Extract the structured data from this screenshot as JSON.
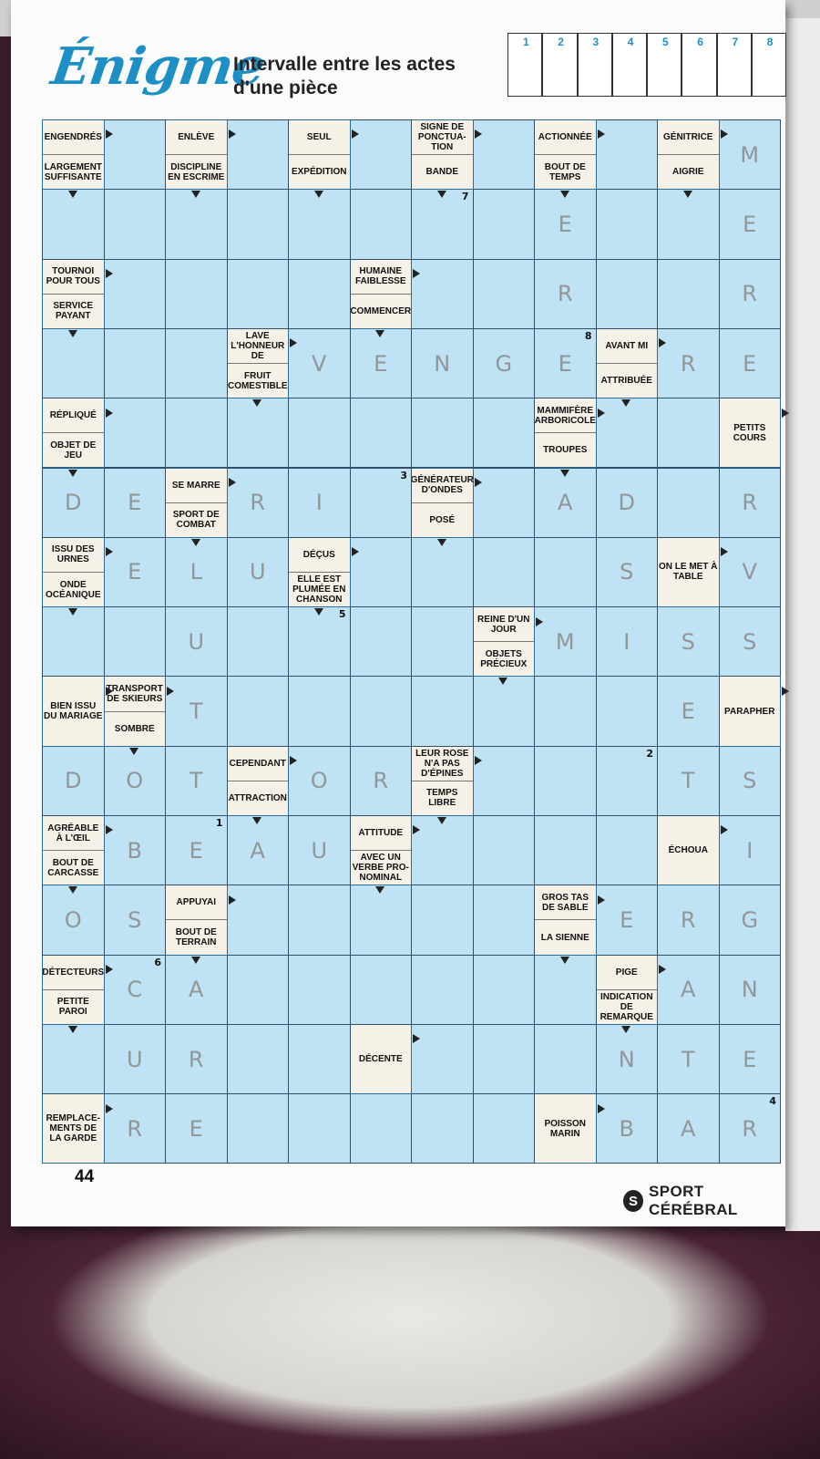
{
  "header": {
    "logo": "Énigme",
    "subtitle": "Intervalle entre les actes d'une pièce",
    "answer_slots": [
      "1",
      "2",
      "3",
      "4",
      "5",
      "6",
      "7",
      "8"
    ]
  },
  "footer": {
    "page_number": "44",
    "brand": "SPORT CÉRÉBRAL"
  },
  "colors": {
    "cell": "#bfe2f4",
    "clue_box": "#f6f1e6",
    "accent": "#1d8fc4"
  },
  "grid": {
    "cols": 12,
    "rows": 15,
    "clues": [
      {
        "r": 0,
        "c": 0,
        "t": [
          "ENGENDRÉS",
          "LARGEMENT SUFFISANTE"
        ]
      },
      {
        "r": 0,
        "c": 2,
        "t": [
          "ENLÈVE",
          "DISCIPLINE EN ESCRIME"
        ]
      },
      {
        "r": 0,
        "c": 4,
        "t": [
          "SEUL",
          "EXPÉDITION"
        ]
      },
      {
        "r": 0,
        "c": 6,
        "t": [
          "SIGNE DE PONCTUA-TION",
          "BANDE"
        ]
      },
      {
        "r": 0,
        "c": 8,
        "t": [
          "ACTIONNÉE",
          "BOUT DE TEMPS"
        ]
      },
      {
        "r": 0,
        "c": 10,
        "t": [
          "GÉNITRICE",
          "AIGRIE"
        ]
      },
      {
        "r": 2,
        "c": 0,
        "t": [
          "TOURNOI POUR TOUS",
          "SERVICE PAYANT"
        ]
      },
      {
        "r": 2,
        "c": 5,
        "t": [
          "HUMAINE FAIBLESSE",
          "COMMENCER"
        ]
      },
      {
        "r": 3,
        "c": 3,
        "t": [
          "LAVE L'HONNEUR DE",
          "FRUIT COMESTIBLE"
        ]
      },
      {
        "r": 3,
        "c": 9,
        "t": [
          "AVANT MI",
          "ATTRIBUÉE"
        ]
      },
      {
        "r": 4,
        "c": 0,
        "t": [
          "RÉPLIQUÉ",
          "OBJET DE JEU"
        ]
      },
      {
        "r": 4,
        "c": 8,
        "t": [
          "MAMMIFÈRE ARBORICOLE",
          "TROUPES"
        ]
      },
      {
        "r": 4,
        "c": 11,
        "t": [
          "PETITS COURS"
        ]
      },
      {
        "r": 5,
        "c": 2,
        "t": [
          "SE MARRE",
          "SPORT DE COMBAT"
        ]
      },
      {
        "r": 5,
        "c": 6,
        "t": [
          "GÉNÉRATEUR D'ONDES",
          "POSÉ"
        ]
      },
      {
        "r": 6,
        "c": 0,
        "t": [
          "ISSU DES URNES",
          "ONDE OCÉANIQUE"
        ]
      },
      {
        "r": 6,
        "c": 4,
        "t": [
          "DÉÇUS",
          "ELLE EST PLUMÉE EN CHANSON"
        ]
      },
      {
        "r": 6,
        "c": 10,
        "t": [
          "ON LE MET À TABLE"
        ]
      },
      {
        "r": 7,
        "c": 7,
        "t": [
          "REINE D'UN JOUR",
          "OBJETS PRÉCIEUX"
        ]
      },
      {
        "r": 8,
        "c": 0,
        "t": [
          "BIEN ISSU DU MARIAGE"
        ]
      },
      {
        "r": 8,
        "c": 1,
        "t": [
          "TRANSPORT DE SKIEURS",
          "SOMBRE"
        ]
      },
      {
        "r": 8,
        "c": 11,
        "t": [
          "PARAPHER"
        ]
      },
      {
        "r": 9,
        "c": 3,
        "t": [
          "CEPENDANT",
          "ATTRACTION"
        ]
      },
      {
        "r": 9,
        "c": 6,
        "t": [
          "LEUR ROSE N'A PAS D'ÉPINES",
          "TEMPS LIBRE"
        ]
      },
      {
        "r": 10,
        "c": 0,
        "t": [
          "AGRÉABLE À L'ŒIL",
          "BOUT DE CARCASSE"
        ]
      },
      {
        "r": 10,
        "c": 5,
        "t": [
          "ATTITUDE",
          "AVEC UN VERBE PRO-NOMINAL"
        ]
      },
      {
        "r": 10,
        "c": 10,
        "t": [
          "ÉCHOUA"
        ]
      },
      {
        "r": 11,
        "c": 2,
        "t": [
          "APPUYAI",
          "BOUT DE TERRAIN"
        ]
      },
      {
        "r": 11,
        "c": 8,
        "t": [
          "GROS TAS DE SABLE",
          "LA SIENNE"
        ]
      },
      {
        "r": 12,
        "c": 0,
        "t": [
          "DÉTECTEURS",
          "PETITE PAROI"
        ]
      },
      {
        "r": 12,
        "c": 9,
        "t": [
          "PIGE",
          "INDICATION DE REMARQUE"
        ]
      },
      {
        "r": 13,
        "c": 5,
        "t": [
          "DÉCENTE"
        ]
      },
      {
        "r": 14,
        "c": 0,
        "t": [
          "REMPLACE-MENTS DE LA GARDE"
        ]
      },
      {
        "r": 14,
        "c": 8,
        "t": [
          "POISSON MARIN"
        ]
      }
    ],
    "letters": [
      {
        "r": 0,
        "c": 11,
        "l": "M"
      },
      {
        "r": 1,
        "c": 8,
        "l": "E"
      },
      {
        "r": 1,
        "c": 11,
        "l": "E"
      },
      {
        "r": 2,
        "c": 8,
        "l": "R"
      },
      {
        "r": 2,
        "c": 11,
        "l": "R"
      },
      {
        "r": 3,
        "c": 4,
        "l": "V"
      },
      {
        "r": 3,
        "c": 5,
        "l": "E"
      },
      {
        "r": 3,
        "c": 6,
        "l": "N"
      },
      {
        "r": 3,
        "c": 7,
        "l": "G"
      },
      {
        "r": 3,
        "c": 8,
        "l": "E"
      },
      {
        "r": 3,
        "c": 10,
        "l": "R"
      },
      {
        "r": 3,
        "c": 11,
        "l": "E"
      },
      {
        "r": 5,
        "c": 0,
        "l": "D"
      },
      {
        "r": 5,
        "c": 1,
        "l": "E"
      },
      {
        "r": 5,
        "c": 3,
        "l": "R"
      },
      {
        "r": 5,
        "c": 4,
        "l": "I"
      },
      {
        "r": 5,
        "c": 8,
        "l": "A"
      },
      {
        "r": 5,
        "c": 9,
        "l": "D"
      },
      {
        "r": 5,
        "c": 11,
        "l": "R"
      },
      {
        "r": 6,
        "c": 1,
        "l": "E"
      },
      {
        "r": 6,
        "c": 2,
        "l": "L"
      },
      {
        "r": 6,
        "c": 3,
        "l": "U"
      },
      {
        "r": 6,
        "c": 9,
        "l": "S"
      },
      {
        "r": 6,
        "c": 11,
        "l": "V"
      },
      {
        "r": 7,
        "c": 2,
        "l": "U"
      },
      {
        "r": 7,
        "c": 8,
        "l": "M"
      },
      {
        "r": 7,
        "c": 9,
        "l": "I"
      },
      {
        "r": 7,
        "c": 10,
        "l": "S"
      },
      {
        "r": 7,
        "c": 11,
        "l": "S"
      },
      {
        "r": 8,
        "c": 2,
        "l": "T"
      },
      {
        "r": 8,
        "c": 10,
        "l": "E"
      },
      {
        "r": 9,
        "c": 0,
        "l": "D"
      },
      {
        "r": 9,
        "c": 1,
        "l": "O"
      },
      {
        "r": 9,
        "c": 2,
        "l": "T"
      },
      {
        "r": 9,
        "c": 4,
        "l": "O"
      },
      {
        "r": 9,
        "c": 5,
        "l": "R"
      },
      {
        "r": 9,
        "c": 10,
        "l": "T"
      },
      {
        "r": 9,
        "c": 11,
        "l": "S"
      },
      {
        "r": 10,
        "c": 1,
        "l": "B"
      },
      {
        "r": 10,
        "c": 2,
        "l": "E"
      },
      {
        "r": 10,
        "c": 3,
        "l": "A"
      },
      {
        "r": 10,
        "c": 4,
        "l": "U"
      },
      {
        "r": 10,
        "c": 11,
        "l": "I"
      },
      {
        "r": 11,
        "c": 0,
        "l": "O"
      },
      {
        "r": 11,
        "c": 1,
        "l": "S"
      },
      {
        "r": 11,
        "c": 9,
        "l": "E"
      },
      {
        "r": 11,
        "c": 10,
        "l": "R"
      },
      {
        "r": 11,
        "c": 11,
        "l": "G"
      },
      {
        "r": 12,
        "c": 1,
        "l": "C"
      },
      {
        "r": 12,
        "c": 2,
        "l": "A"
      },
      {
        "r": 12,
        "c": 10,
        "l": "A"
      },
      {
        "r": 12,
        "c": 11,
        "l": "N"
      },
      {
        "r": 13,
        "c": 1,
        "l": "U"
      },
      {
        "r": 13,
        "c": 2,
        "l": "R"
      },
      {
        "r": 13,
        "c": 9,
        "l": "N"
      },
      {
        "r": 13,
        "c": 10,
        "l": "T"
      },
      {
        "r": 13,
        "c": 11,
        "l": "E"
      },
      {
        "r": 14,
        "c": 1,
        "l": "R"
      },
      {
        "r": 14,
        "c": 2,
        "l": "E"
      },
      {
        "r": 14,
        "c": 9,
        "l": "B"
      },
      {
        "r": 14,
        "c": 10,
        "l": "A"
      },
      {
        "r": 14,
        "c": 11,
        "l": "R"
      }
    ],
    "numbers": [
      {
        "r": 1,
        "c": 6,
        "n": "7"
      },
      {
        "r": 3,
        "c": 8,
        "n": "8"
      },
      {
        "r": 5,
        "c": 5,
        "n": "3"
      },
      {
        "r": 7,
        "c": 4,
        "n": "5"
      },
      {
        "r": 9,
        "c": 9,
        "n": "2"
      },
      {
        "r": 10,
        "c": 2,
        "n": "1"
      },
      {
        "r": 12,
        "c": 1,
        "n": "6"
      },
      {
        "r": 14,
        "c": 11,
        "n": "4"
      }
    ]
  }
}
